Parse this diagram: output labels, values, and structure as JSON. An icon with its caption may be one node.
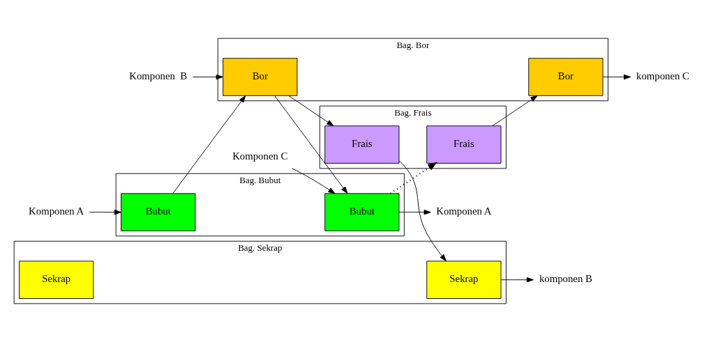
{
  "diagram": {
    "nodes": [
      {
        "text": [
          "Komponen  B"
        ]
      },
      {
        "text": [
          "Bag. Bubut"
        ]
      },
      {
        "text": [
          "Bubut"
        ],
        "in": 1
      },
      {
        "text": [
          "Bubut"
        ],
        "in": 1
      },
      {
        "text": [
          "Bag. Bor"
        ]
      },
      {
        "text": [
          "Bor"
        ],
        "in": 4
      },
      {
        "text": [
          "Bor"
        ],
        "in": 4
      },
      {
        "text": [
          "Bag. Frais"
        ]
      },
      {
        "text": [
          "Frais"
        ],
        "in": 7
      },
      {
        "text": [
          "Frais"
        ],
        "in": 7
      },
      {
        "text": [
          "Bag. Sekrap"
        ]
      },
      {
        "text": [
          "Sekrap"
        ],
        "in": 10
      },
      {
        "text": [
          "Sekrap"
        ],
        "in": 10
      },
      {
        "text": [
          "Komponen A"
        ]
      },
      {
        "text": [
          "Komponen C"
        ]
      },
      {
        "text": [
          "Komponen A"
        ]
      },
      {
        "text": [
          "komponen C"
        ]
      },
      {
        "text": [
          "komponen B"
        ]
      }
    ],
    "edges": [
      {
        "from": 0,
        "to": 5,
        "arrow": "to"
      },
      {
        "from": 13,
        "to": 2,
        "arrow": "to"
      },
      {
        "from": 2,
        "to": 5,
        "arrow": "to"
      },
      {
        "from": 5,
        "to": 8,
        "arrow": "to"
      },
      {
        "from": 8,
        "to": 11,
        "arrow": "to"
      },
      {
        "from": 11,
        "to": 17,
        "arrow": "to"
      },
      {
        "from": 5,
        "to": 3,
        "arrow": "to"
      },
      {
        "from": 14,
        "to": 3,
        "arrow": "to"
      },
      {
        "from": 3,
        "to": 15,
        "arrow": "to"
      },
      {
        "from": 3,
        "to": 9,
        "arrow": "to",
        "style": "dashed"
      },
      {
        "from": 9,
        "to": 6,
        "arrow": "to"
      },
      {
        "from": 6,
        "to": 16,
        "arrow": "to"
      }
    ]
  }
}
